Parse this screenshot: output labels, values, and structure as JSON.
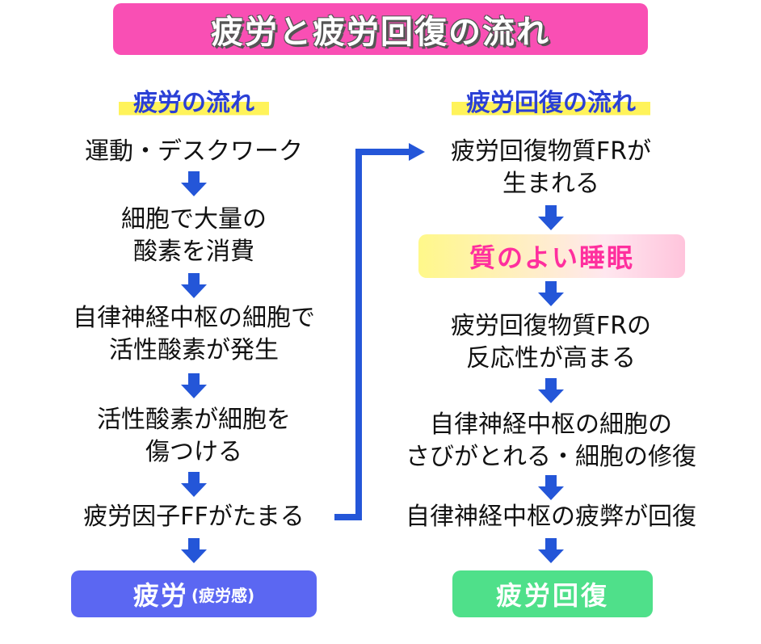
{
  "title": "疲労と疲労回復の流れ",
  "left_column": {
    "heading": "疲労の流れ",
    "steps": [
      [
        "運動・デスクワーク"
      ],
      [
        "細胞で大量の",
        "酸素を消費"
      ],
      [
        "自律神経中枢の細胞で",
        "活性酸素が発生"
      ],
      [
        "活性酸素が細胞を",
        "傷つける"
      ],
      [
        "疲労因子FFがたまる"
      ]
    ],
    "result_main": "疲労",
    "result_sub": "(疲労感)"
  },
  "right_column": {
    "heading": "疲労回復の流れ",
    "steps": [
      [
        "疲労回復物質FRが",
        "生まれる"
      ],
      [
        "疲労回復物質FRの",
        "反応性が高まる"
      ],
      [
        "自律神経中枢の細胞の",
        "さびがとれる・細胞の修復"
      ],
      [
        "自律神経中枢の疲弊が回復"
      ]
    ],
    "highlight": "質のよい睡眠",
    "result": "疲労回復"
  },
  "colors": {
    "title_bg": "#f94fb4",
    "heading_text": "#2b40d6",
    "heading_highlight": "#fff35a",
    "arrow": "#2456d8",
    "result_left_bg": "#5b67f2",
    "result_right_bg": "#4fe08a",
    "highlight_text": "#ff2f9e"
  }
}
